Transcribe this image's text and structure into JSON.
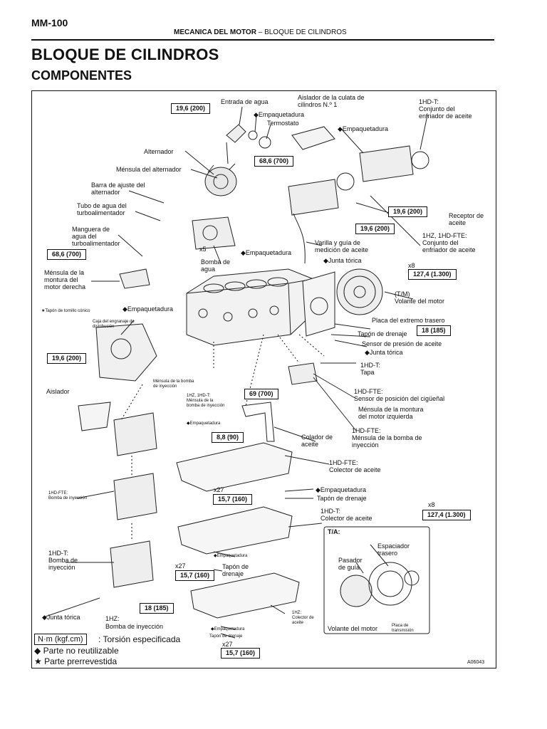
{
  "header": {
    "page_number": "MM-100",
    "section_main": "MECANICA DEL MOTOR",
    "section_sep": "–",
    "section_sub": "BLOQUE DE CILINDROS"
  },
  "title": "BLOQUE DE CILINDROS",
  "subtitle": "COMPONENTES",
  "torques": {
    "t1": "19,6 (200)",
    "t2": "68,6 (700)",
    "t3": "19,6 (200)",
    "t4": "19,6 (200)",
    "t5": "68,6 (700)",
    "t6": "127,4 (1.300)",
    "t7": "18 (185)",
    "t8": "19,6 (200)",
    "t9": "69 (700)",
    "t10": "8,8 (90)",
    "t11": "15,7 (160)",
    "t12": "127,4 (1.300)",
    "t13": "15,7 (160)",
    "t14": "18 (185)",
    "t15": "15,7 (160)"
  },
  "labels": {
    "entrada_agua": "Entrada de agua",
    "empaq1": "◆Empaquetadura",
    "termostato": "Termostato",
    "aislador_culata_1": "Aislador de la culata de",
    "aislador_culata_2": "cilindros N.º 1",
    "empaq2": "◆Empaquetadura",
    "hdt_enfr_1": "1HD-T:",
    "hdt_enfr_2": "Conjunto del",
    "hdt_enfr_3": "enfriador de aceite",
    "alternador": "Alternador",
    "mensula_alt": "Ménsula del alternador",
    "barra_1": "Barra de ajuste del",
    "barra_2": "alternador",
    "tubo_1": "Tubo de agua del",
    "tubo_2": "turboalimentador",
    "receptor_1": "Receptor de",
    "receptor_2": "aceite",
    "manguera_1": "Manguera de",
    "manguera_2": "agua del",
    "manguera_3": "turboalimentador",
    "hz_enfr_1": "1HZ, 1HD-FTE:",
    "hz_enfr_2": "Conjunto del",
    "hz_enfr_3": "enfriador de aceite",
    "x5": "x5",
    "empaq3": "◆Empaquetadura",
    "varilla_1": "Varilla y guía de",
    "varilla_2": "medición de aceite",
    "bomba_agua_1": "Bomba de",
    "bomba_agua_2": "agua",
    "junta_torica1": "◆Junta tórica",
    "x8a": "x8",
    "mens_der_1": "Ménsula de la",
    "mens_der_2": "montura del",
    "mens_der_3": "motor derecha",
    "tm_1": "(T/M)",
    "tm_2": "Volante del motor",
    "tapon_conico": "★Tapón de tornillo cónico",
    "empaq4": "◆Empaquetadura",
    "caja_1": "Caja del engranaje de",
    "caja_2": "distribución",
    "placa": "Placa del extremo trasero",
    "tapon_drenaje1": "Tapón de drenaje",
    "sensor_presion": "Sensor de presión de aceite",
    "junta_torica2": "◆Junta tórica",
    "hdt_tapa_1": "1HD-T:",
    "hdt_tapa_2": "Tapa",
    "mens_bomba_iny_1": "Ménsula de la bomba",
    "mens_bomba_iny_2": "de inyección",
    "aislador": "Aislador",
    "hz_mens_1": "1HZ, 1HD-T:",
    "hz_mens_2": "Ménsula de la",
    "hz_mens_3": "bomba de inyección",
    "fte_sensor_1": "1HD-FTE:",
    "fte_sensor_2": "Sensor de posición del cigüeñal",
    "mens_izq_1": "Ménsula de la montura",
    "mens_izq_2": "del motor izquierda",
    "empaq5": "◆Empaquetadura",
    "fte_mens_1": "1HD-FTE:",
    "fte_mens_2": "Ménsula de la bomba de",
    "fte_mens_3": "inyección",
    "colador_1": "Colador de",
    "colador_2": "aceite",
    "fte_colector_1": "1HD-FTE:",
    "fte_colector_2": "Colector de aceite",
    "fte_bomba_1": "1HD-FTE:",
    "fte_bomba_2": "Bomba de inyección",
    "x27a": "x27",
    "empaq6": "◆Empaquetadura",
    "tapon_drenaje2": "Tapón de drenaje",
    "x8b": "x8",
    "hdt_colector_1": "1HD-T:",
    "hdt_colector_2": "Colector de aceite",
    "ta": "T/A:",
    "espaciador_1": "Espaciador",
    "espaciador_2": "trasero",
    "hdt_bomba_1": "1HD-T:",
    "hdt_bomba_2": "Bomba de",
    "hdt_bomba_3": "inyección",
    "empaq7": "◆Empaquetadura",
    "pasador_1": "Pasador",
    "pasador_2": "de guía",
    "x27b": "x27",
    "tapon_de_1": "Tapón de",
    "tapon_de_2": "drenaje",
    "junta_torica3": "◆Junta tórica",
    "hz_bomba_1": "1HZ:",
    "hz_bomba_2": "Bomba de inyección",
    "hz_colector_1": "1HZ:",
    "hz_colector_2": "Colector de",
    "hz_colector_3": "aceite",
    "volante_motor": "Volante del motor",
    "placa_trans_1": "Placa de",
    "placa_trans_2": "transmisión",
    "empaq8": "◆Empaquetadura",
    "tapon_drenaje3": "Tapón de drenaje",
    "x27c": "x27"
  },
  "legend": {
    "unit_box": "N·m (kgf.cm)",
    "torsion": ": Torsión especificada",
    "no_reutilizable": "◆ Parte no reutilizable",
    "prerrevestida": "★ Parte prerrevestida"
  },
  "figure_id": "A06043"
}
